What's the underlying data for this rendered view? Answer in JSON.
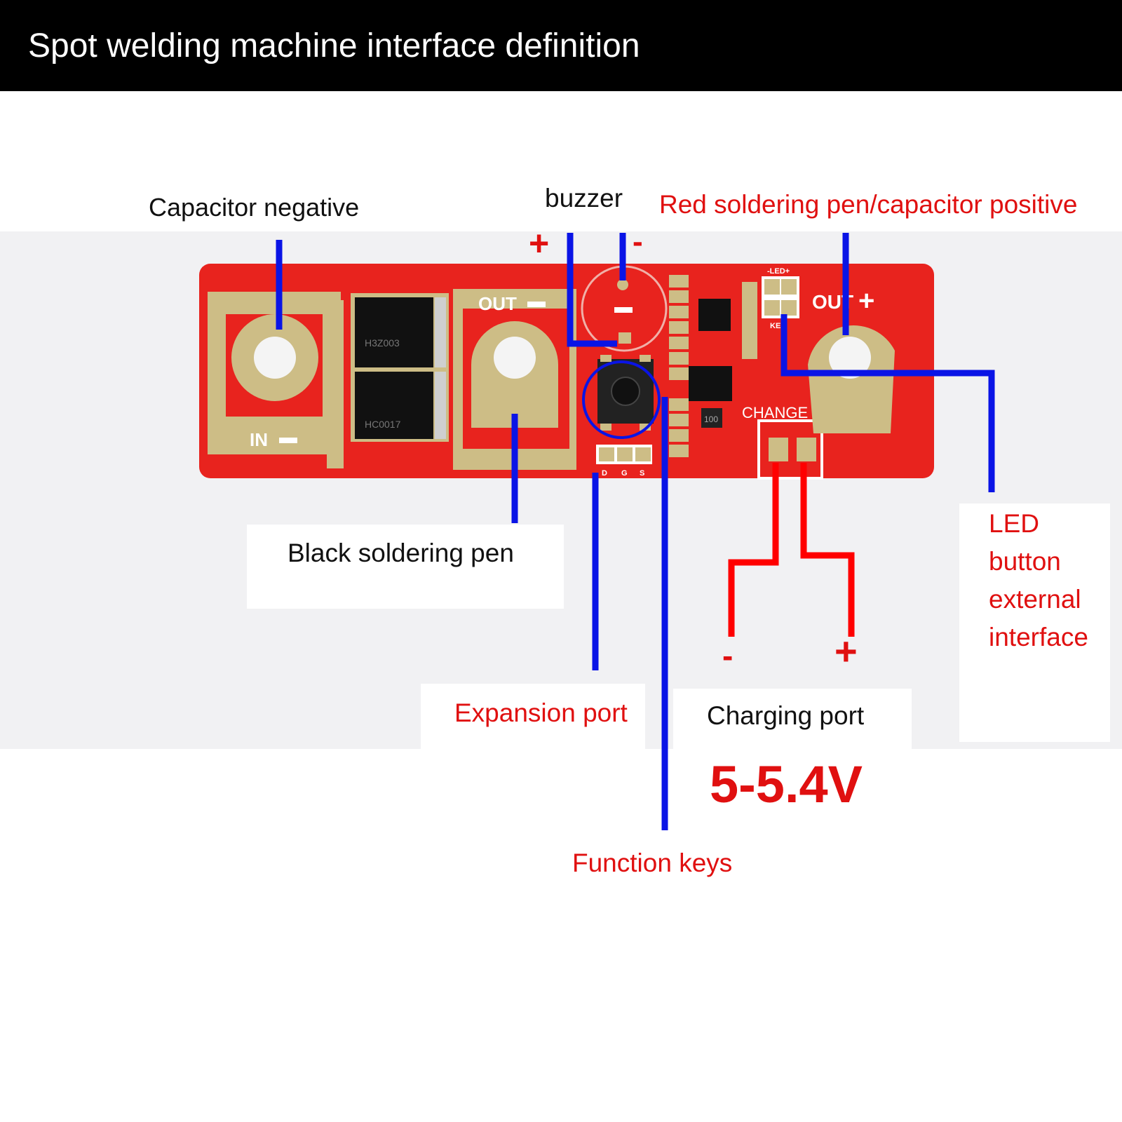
{
  "header": {
    "title": "Spot welding machine interface definition"
  },
  "board": {
    "in_label": "IN",
    "out_minus_label": "OUT",
    "out_plus_label": "OUT",
    "change_label": "CHANGE",
    "led_label": "-LED+",
    "key_label": "KEY",
    "dgs_labels": [
      "D",
      "G",
      "S"
    ],
    "chip_1_text": "H3Z003",
    "chip_2_text": "HC0017",
    "chip_100_text": "100"
  },
  "annotations": {
    "capacitor_negative": "Capacitor negative",
    "buzzer": "buzzer",
    "red_pen": "Red soldering pen/capacitor positive",
    "black_pen": "Black soldering pen",
    "expansion_port": "Expansion port",
    "charging_port": "Charging port",
    "voltage": "5-5.4V",
    "function_keys": "Function keys",
    "led_lines": [
      "LED",
      "button",
      "external",
      "interface"
    ],
    "buzzer_plus": "+",
    "buzzer_minus": "-",
    "charge_minus": "-",
    "charge_plus": "+"
  },
  "colors": {
    "pcb_red": "#e8231e",
    "pad_gold": "#cdbd86",
    "leader_blue": "#0a14e6",
    "leader_red": "#ff0000",
    "label_red": "#e01010"
  }
}
